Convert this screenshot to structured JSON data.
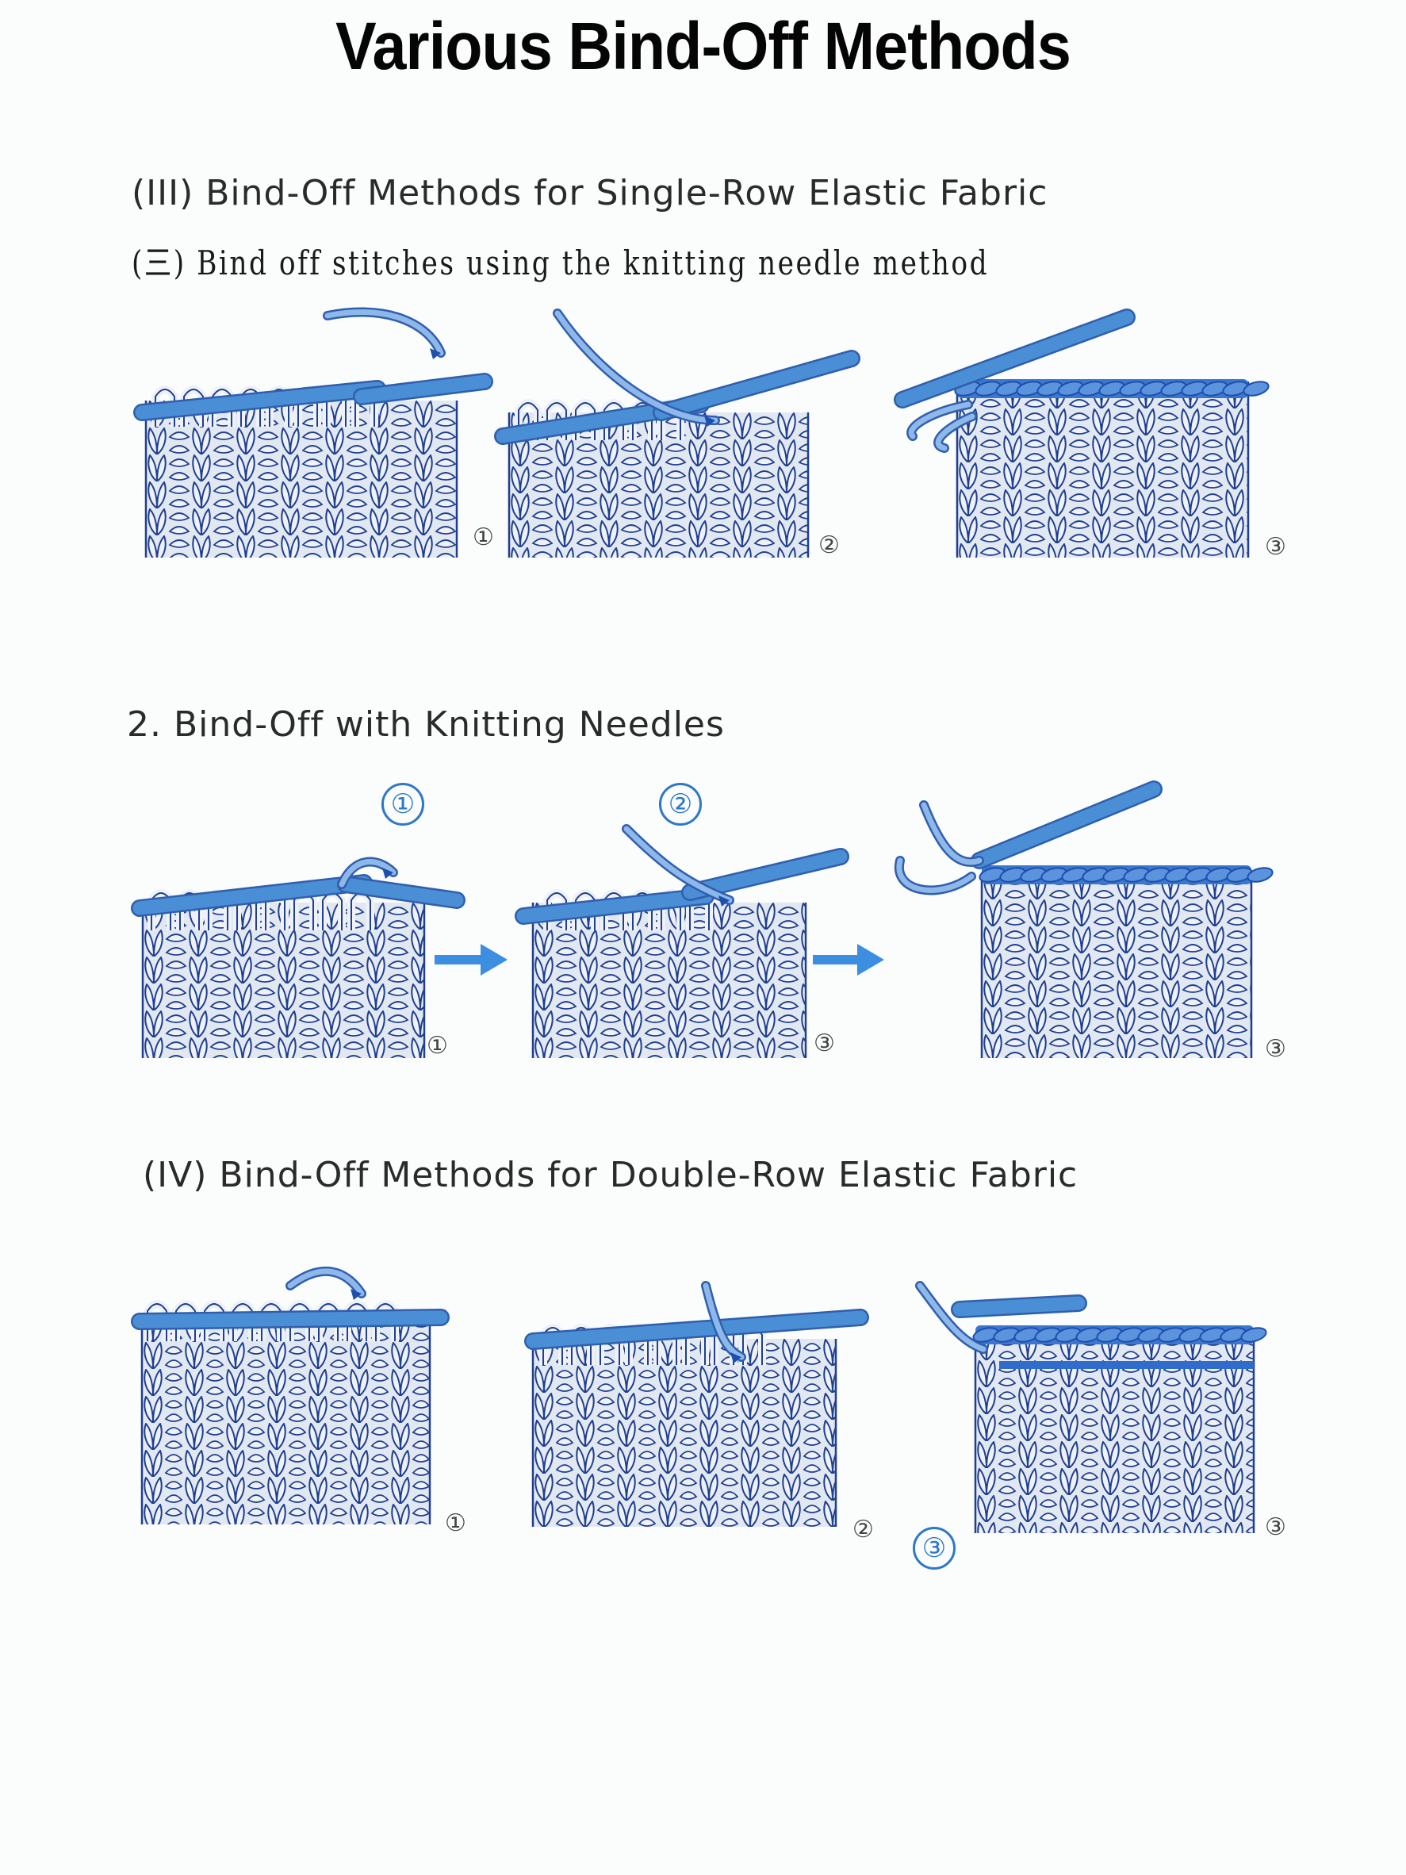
{
  "title": "Various Bind-Off Methods",
  "colors": {
    "yarn_blue": "#4a8fd6",
    "dark_blue": "#1f3f8f",
    "fabric": "#e2e8f1",
    "accent": "#2d78c8"
  },
  "section_iii": {
    "heading": "(III) Bind-Off Methods for Single-Row Elastic Fabric",
    "subheading": "(三) Bind off stitches using the knitting needle method",
    "steps": [
      "①",
      "②",
      "③"
    ]
  },
  "section_2": {
    "heading": "2.  Bind-Off with Knitting Needles",
    "callouts": [
      "①",
      "②"
    ],
    "steps": [
      "①",
      "③",
      "③"
    ],
    "arrow_icon": "right-arrow-icon"
  },
  "section_iv": {
    "heading": "(IV)  Bind-Off Methods for Double-Row Elastic Fabric",
    "callout": "③",
    "steps": [
      "①",
      "②",
      "③"
    ]
  }
}
